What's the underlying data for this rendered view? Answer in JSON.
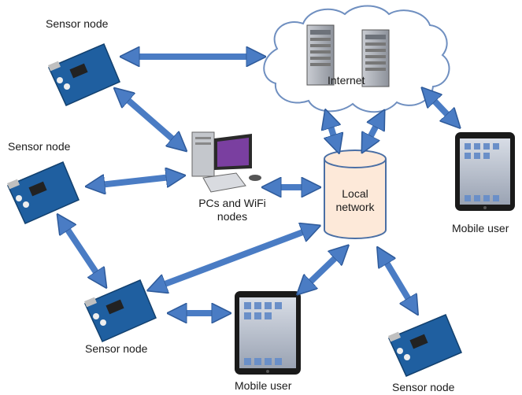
{
  "colors": {
    "arrow": "#4a7cc4",
    "arrow_stroke": "#2e5a9a",
    "cloud_fill": "#ffffff",
    "cloud_stroke": "#6f8fc0",
    "cylinder_fill": "#fde9d9",
    "cylinder_stroke": "#4a6fa5",
    "board": "#1f5fa0",
    "tablet_body": "#1a1a1a"
  },
  "labels": {
    "sensor_top_left": "Sensor node",
    "sensor_mid_left": "Sensor node",
    "sensor_bottom_left": "Sensor node",
    "sensor_bottom_right": "Sensor node",
    "internet": "Internet",
    "pcs_line1": "PCs and WiFi",
    "pcs_line2": "nodes",
    "local_line1": "Local",
    "local_line2": "network",
    "mobile_right": "Mobile user",
    "mobile_bottom": "Mobile user"
  },
  "icons": [
    "arduino-board-icon",
    "server-icon",
    "desktop-pc-icon",
    "tablet-icon",
    "cloud-icon",
    "database-cylinder-icon"
  ]
}
